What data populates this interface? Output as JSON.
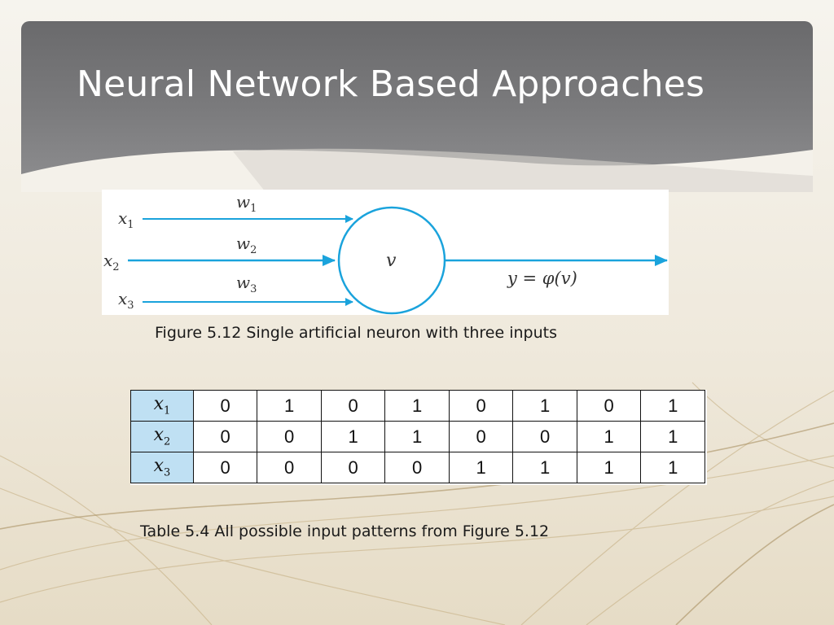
{
  "title": "Neural Network Based Approaches",
  "figure": {
    "caption": "Figure 5.12  Single artificial neuron with three inputs",
    "inputs": [
      {
        "var": "x",
        "sub": "1",
        "weight_var": "w",
        "weight_sub": "1"
      },
      {
        "var": "x",
        "sub": "2",
        "weight_var": "w",
        "weight_sub": "2"
      },
      {
        "var": "x",
        "sub": "3",
        "weight_var": "w",
        "weight_sub": "3"
      }
    ],
    "node_label": "v",
    "output_label": "y = φ(v)",
    "colors": {
      "arrow": "#1aa3dc",
      "node": "#1aa3dc",
      "text": "#333333"
    }
  },
  "table": {
    "caption": "Table 5.4  All possible input patterns from Figure 5.12",
    "rows": [
      {
        "var": "x",
        "sub": "1",
        "values": [
          "0",
          "1",
          "0",
          "1",
          "0",
          "1",
          "0",
          "1"
        ]
      },
      {
        "var": "x",
        "sub": "2",
        "values": [
          "0",
          "0",
          "1",
          "1",
          "0",
          "0",
          "1",
          "1"
        ]
      },
      {
        "var": "x",
        "sub": "3",
        "values": [
          "0",
          "0",
          "0",
          "0",
          "1",
          "1",
          "1",
          "1"
        ]
      }
    ],
    "colors": {
      "header_fill": "#bfe0f3",
      "border": "#111111"
    }
  },
  "theme": {
    "header_gray": "#747476",
    "background": "#f3efe5"
  }
}
